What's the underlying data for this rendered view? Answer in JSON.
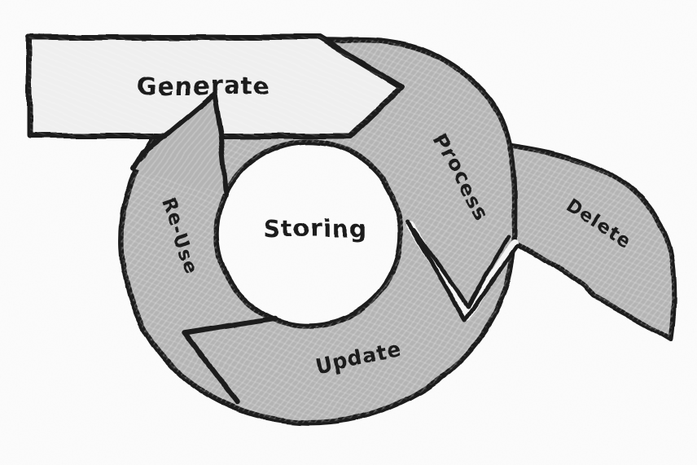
{
  "diagram": {
    "kind": "hand-drawn data lifecycle cycle",
    "center_label": "Storing",
    "entry_step": "Generate",
    "cycle_steps": [
      "Process",
      "Update",
      "Re-Use"
    ],
    "exit_step": "Delete",
    "labels": {
      "generate": "Generate",
      "process": "Process",
      "update": "Update",
      "reuse": "Re-Use",
      "storing": "Storing",
      "delete": "Delete"
    },
    "colors": {
      "background": "#fcfcfc",
      "ink": "#1a1a1a",
      "ring_fill": "#b4b4b4",
      "generate_arrow_fill": "#efefef"
    }
  }
}
